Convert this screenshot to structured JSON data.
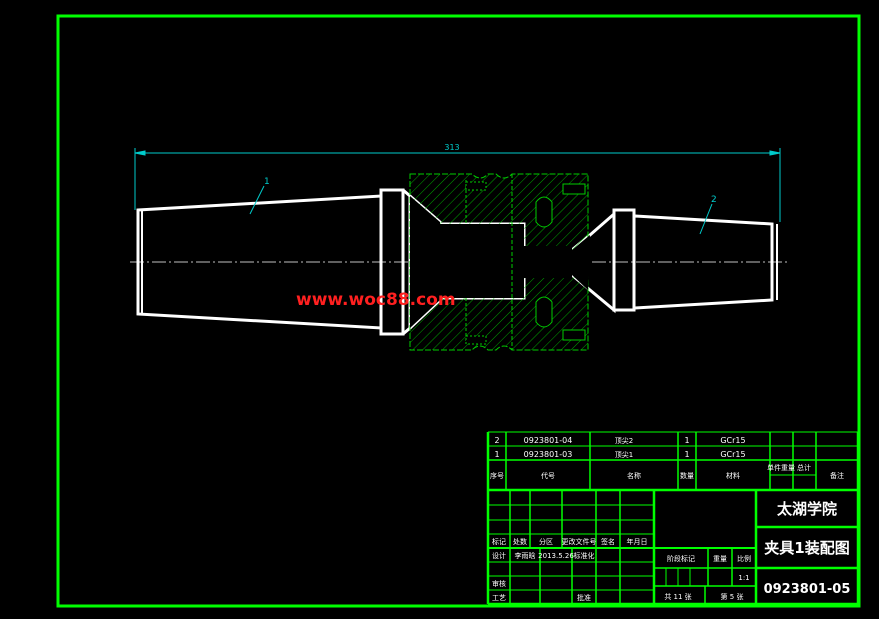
{
  "drawing": {
    "dimension": "313",
    "leaders": [
      "1",
      "2"
    ],
    "watermark": "www.woc88.com"
  },
  "parts_list": [
    {
      "no": "2",
      "code": "0923801-04",
      "name": "顶尖2",
      "qty": "1",
      "material": "GCr15"
    },
    {
      "no": "1",
      "code": "0923801-03",
      "name": "顶尖1",
      "qty": "1",
      "material": "GCr15"
    }
  ],
  "parts_header": {
    "no": "序号",
    "code": "代号",
    "name": "名称",
    "qty": "数量",
    "material": "材料",
    "unit_weight": "单件重量",
    "total": "总计",
    "remark": "备注"
  },
  "title_block": {
    "school": "太湖学院",
    "title": "夹具1装配图",
    "drawing_no": "0923801-05",
    "row_labels": [
      "标记",
      "处数",
      "分区",
      "更改文件号",
      "签名",
      "年月日"
    ],
    "designer_label": "设计",
    "designer": "李雨晗",
    "date": "2013.5.26",
    "std_label": "标准化",
    "check_label": "审核",
    "process_label": "工艺",
    "approve_label": "批准",
    "stage_label": "阶段标记",
    "weight_label": "重量",
    "scale_label": "比例",
    "scale": "1:1",
    "sheets_total": "共 11 张",
    "sheet_no": "第 5 张"
  }
}
